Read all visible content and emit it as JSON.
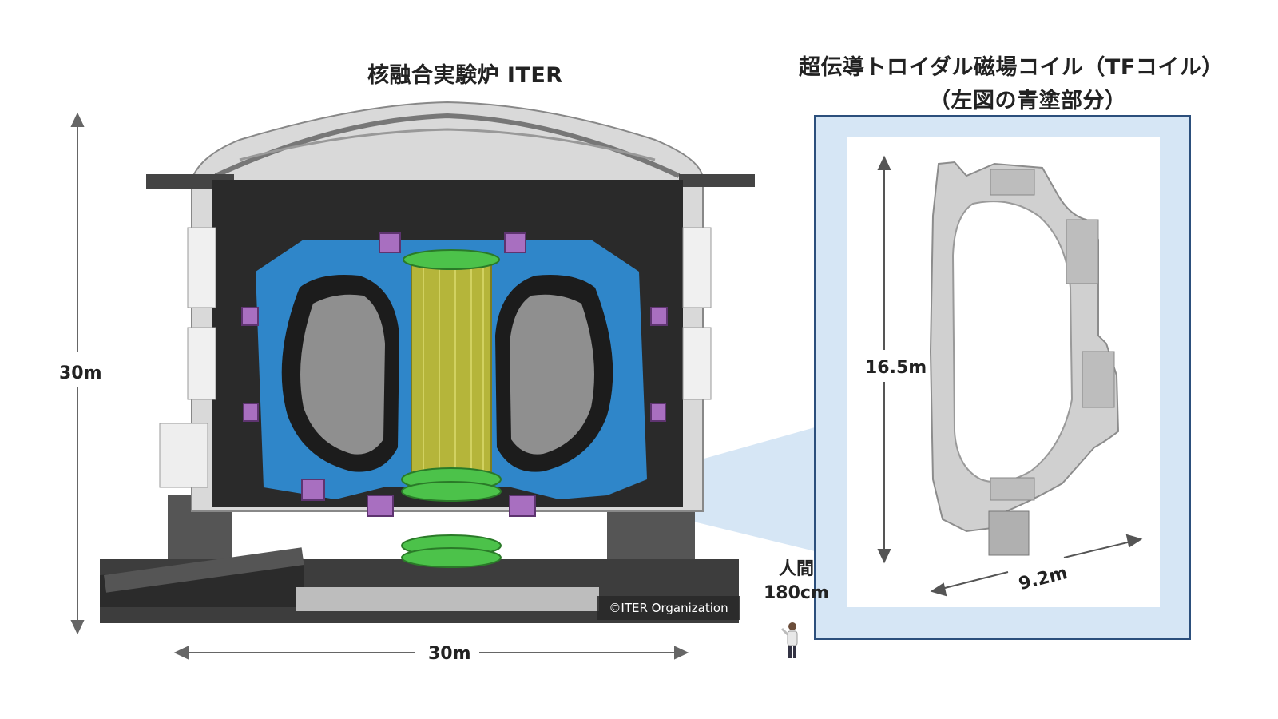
{
  "titles": {
    "iter": "核融合実験炉 ITER",
    "tf_coil": "超伝導トロイダル磁場コイル（TFコイル）",
    "tf_coil_sub": "（左図の青塗部分）"
  },
  "dimensions": {
    "reactor_height": "30m",
    "reactor_width": "30m",
    "tf_height": "16.5m",
    "tf_width": "9.2m"
  },
  "human": {
    "line1": "人間",
    "line2": "180cm"
  },
  "credit": "©ITER Organization",
  "colors": {
    "coil_blue": "#2f86c9",
    "solenoid_yellow": "#b5b53a",
    "ring_green": "#4cc24a",
    "magenta": "#a86fc0",
    "panel_fill": "#d6e6f5",
    "panel_border": "#2c4f7c"
  }
}
